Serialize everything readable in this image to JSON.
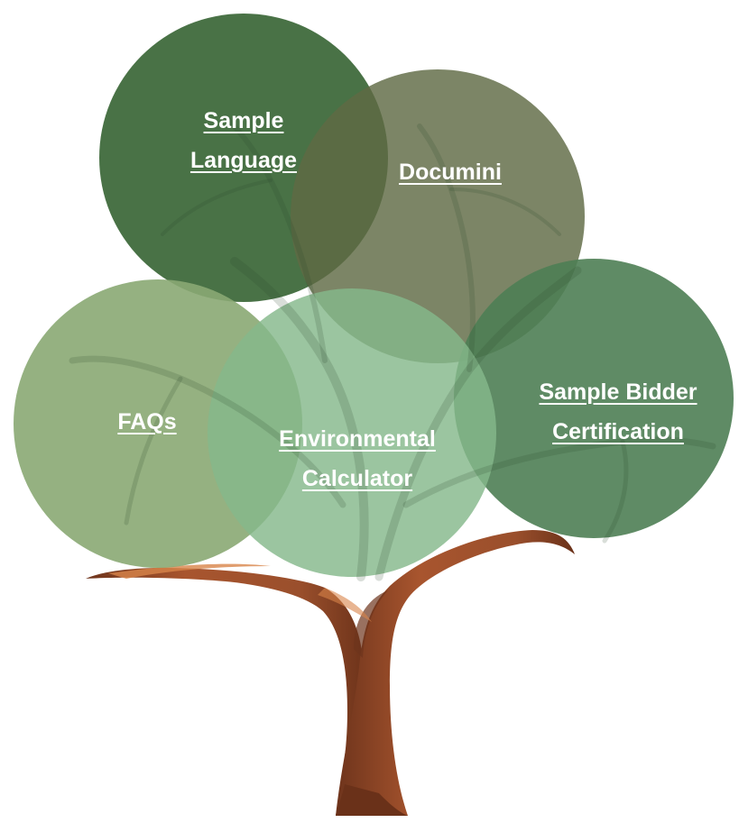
{
  "links": {
    "sample_language": {
      "line1": "Sample",
      "line2": "Language"
    },
    "documini": {
      "line1": "Documini"
    },
    "faqs": {
      "line1": "FAQs"
    },
    "environmental_calculator": {
      "line1": "Environmental",
      "line2": "Calculator"
    },
    "sample_bidder_certification": {
      "line1": "Sample Bidder",
      "line2": "Certification"
    }
  },
  "colors": {
    "sample_language_circle": "#3f6a3c",
    "documini_circle": "#5f6a44",
    "faqs_circle": "#8aa873",
    "environmental_calculator_circle": "#85b88b",
    "sample_bidder_certification_circle": "#4e7e54",
    "trunk": "#9a4f2c",
    "trunk_shadow": "#6e341c",
    "branch_highlight": "#d8844a",
    "label_text": "#ffffff"
  }
}
